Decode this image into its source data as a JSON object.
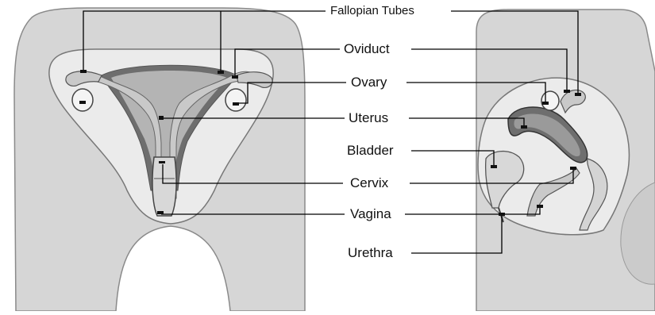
{
  "labels": {
    "fallopian_tubes": "Fallopian Tubes",
    "oviduct": "Oviduct",
    "ovary": "Ovary",
    "uterus": "Uterus",
    "bladder": "Bladder",
    "cervix": "Cervix",
    "vagina": "Vagina",
    "urethra": "Urethra"
  },
  "colors": {
    "skin": "#d6d6d6",
    "pelvis_fill": "#ebebeb",
    "organ_fill": "#c9c9c9",
    "wall_dark": "#6e6e6e",
    "outline": "#555555",
    "leader_line": "#000000"
  }
}
